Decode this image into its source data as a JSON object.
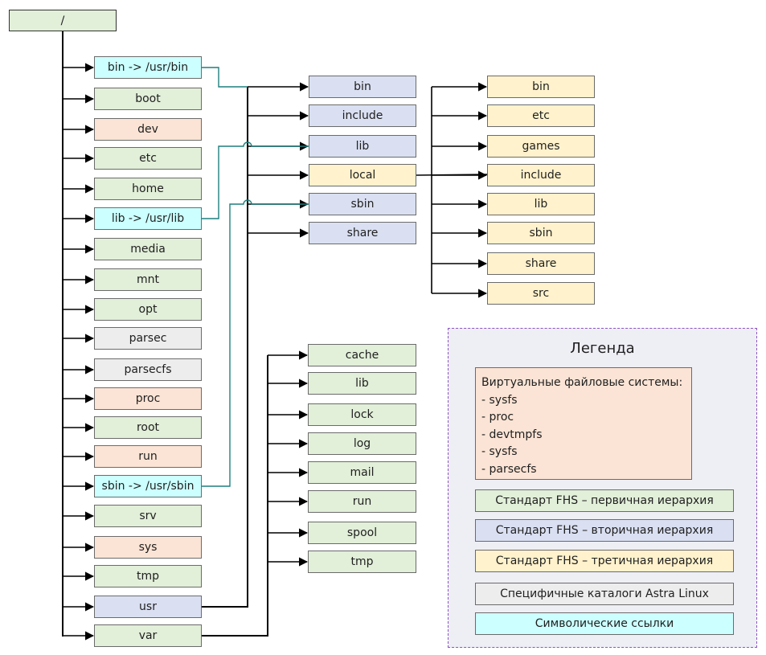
{
  "root": "/",
  "level1": [
    {
      "label": "bin -> /usr/bin",
      "kind": "cyan"
    },
    {
      "label": "boot",
      "kind": "green"
    },
    {
      "label": "dev",
      "kind": "peach"
    },
    {
      "label": "etc",
      "kind": "green"
    },
    {
      "label": "home",
      "kind": "green"
    },
    {
      "label": "lib -> /usr/lib",
      "kind": "cyan"
    },
    {
      "label": "media",
      "kind": "green"
    },
    {
      "label": "mnt",
      "kind": "green"
    },
    {
      "label": "opt",
      "kind": "green"
    },
    {
      "label": "parsec",
      "kind": "gray"
    },
    {
      "label": "parsecfs",
      "kind": "gray"
    },
    {
      "label": "proc",
      "kind": "peach"
    },
    {
      "label": "root",
      "kind": "green"
    },
    {
      "label": "run",
      "kind": "peach"
    },
    {
      "label": "sbin -> /usr/sbin",
      "kind": "cyan"
    },
    {
      "label": "srv",
      "kind": "green"
    },
    {
      "label": "sys",
      "kind": "peach"
    },
    {
      "label": "tmp",
      "kind": "green"
    },
    {
      "label": "usr",
      "kind": "blue"
    },
    {
      "label": "var",
      "kind": "green"
    }
  ],
  "usr_children": [
    "bin",
    "include",
    "lib",
    "local",
    "sbin",
    "share"
  ],
  "local_children": [
    "bin",
    "etc",
    "games",
    "include",
    "lib",
    "sbin",
    "share",
    "src"
  ],
  "var_children": [
    "cache",
    "lib",
    "lock",
    "log",
    "mail",
    "run",
    "spool",
    "tmp"
  ],
  "legend": {
    "title": "Легенда",
    "vfs_title": "Виртуальные файловые системы:",
    "vfs_items": [
      "- sysfs",
      "- proc",
      "- devtmpfs",
      "- sysfs",
      "- parsecfs"
    ],
    "items": [
      {
        "label": "Стандарт FHS – первичная иерархия",
        "kind": "green"
      },
      {
        "label": "Стандарт FHS – вторичная иерархия",
        "kind": "blue"
      },
      {
        "label": "Стандарт FHS – третичная иерархия",
        "kind": "yellow"
      },
      {
        "label": "Специфичные каталоги Astra Linux",
        "kind": "gray"
      },
      {
        "label": "Символические ссылки",
        "kind": "cyan"
      }
    ]
  },
  "colors": {
    "green": "#e2efd9",
    "blue": "#dae0f2",
    "yellow": "#fff2cc",
    "peach": "#fbe4d5",
    "gray": "#ededed",
    "cyan": "#ccffff",
    "symlink_line": "#1f7f7f",
    "line": "#000000",
    "legend_border": "#8e55c2"
  }
}
